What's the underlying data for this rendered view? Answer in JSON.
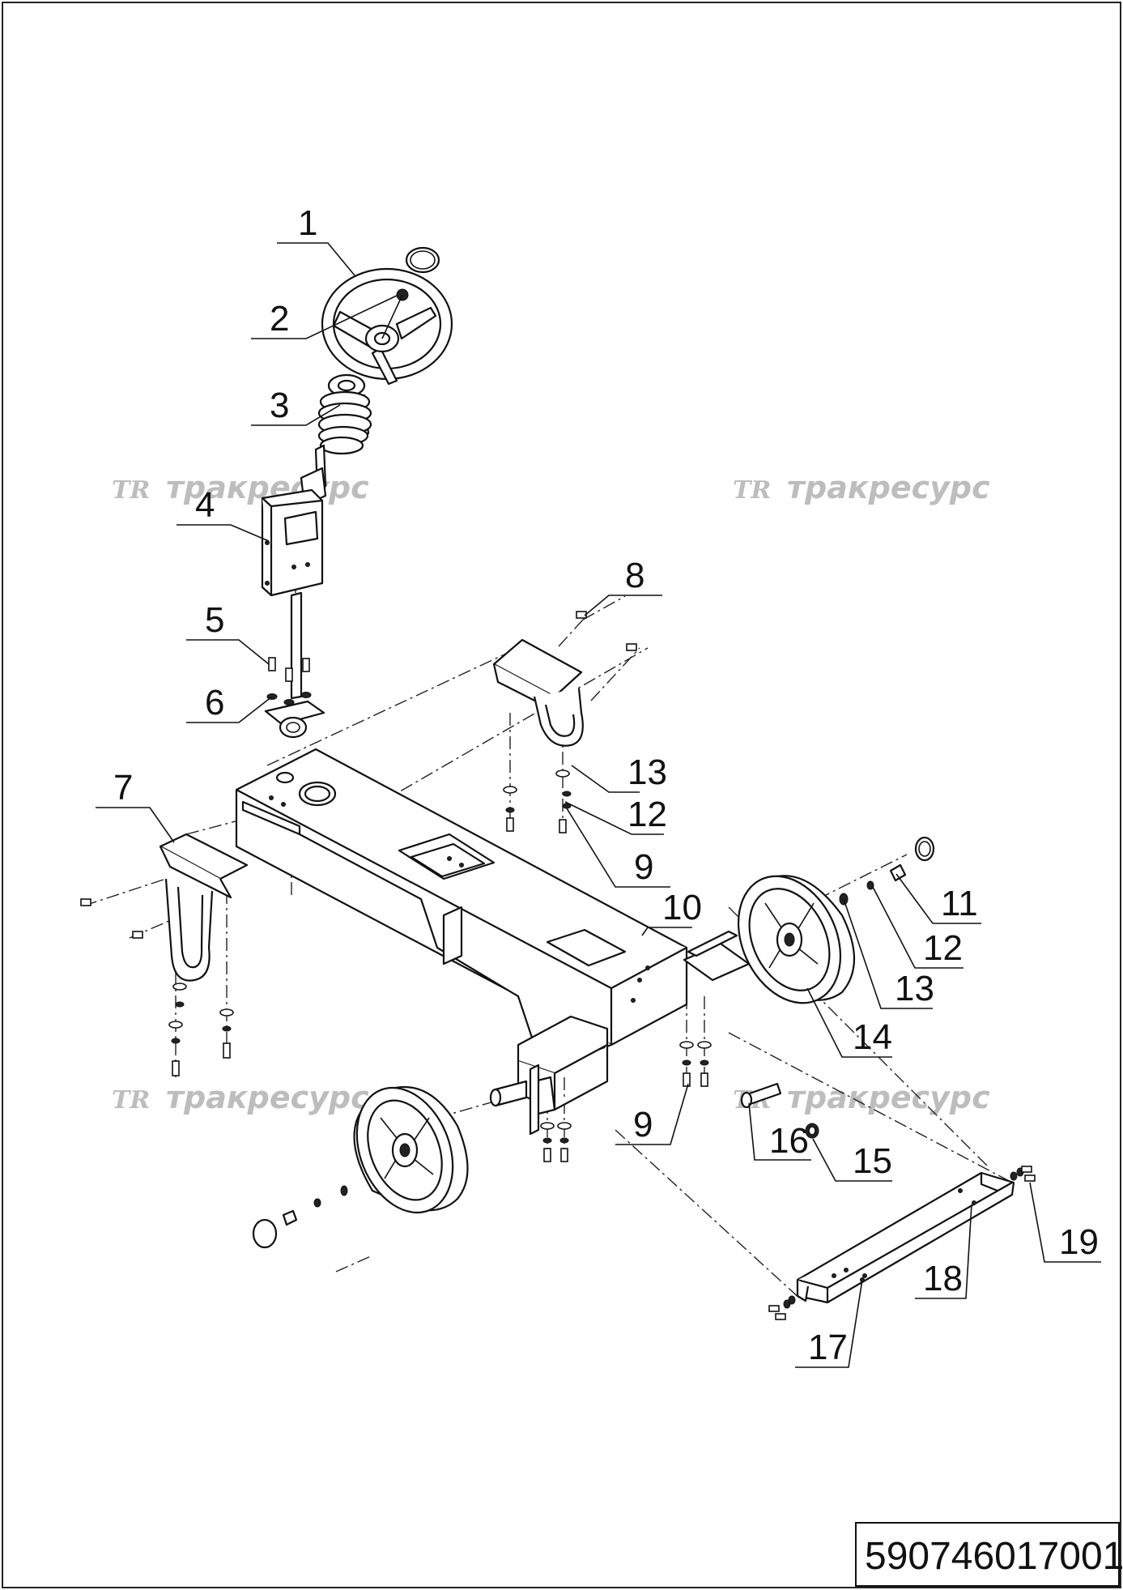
{
  "drawing": {
    "code": "590746017001",
    "watermark_text": "тракресурс",
    "watermark_logo": "TR"
  },
  "callouts": [
    {
      "id": "c1",
      "text": "1"
    },
    {
      "id": "c2",
      "text": "2"
    },
    {
      "id": "c3",
      "text": "3"
    },
    {
      "id": "c4",
      "text": "4"
    },
    {
      "id": "c5",
      "text": "5"
    },
    {
      "id": "c6",
      "text": "6"
    },
    {
      "id": "c7",
      "text": "7"
    },
    {
      "id": "c8",
      "text": "8"
    },
    {
      "id": "c9a",
      "text": "9"
    },
    {
      "id": "c9b",
      "text": "9"
    },
    {
      "id": "c10",
      "text": "10"
    },
    {
      "id": "c11",
      "text": "11"
    },
    {
      "id": "c12a",
      "text": "12"
    },
    {
      "id": "c12b",
      "text": "12"
    },
    {
      "id": "c13a",
      "text": "13"
    },
    {
      "id": "c13b",
      "text": "13"
    },
    {
      "id": "c14",
      "text": "14"
    },
    {
      "id": "c15",
      "text": "15"
    },
    {
      "id": "c16",
      "text": "16"
    },
    {
      "id": "c17",
      "text": "17"
    },
    {
      "id": "c18",
      "text": "18"
    },
    {
      "id": "c19",
      "text": "19"
    }
  ]
}
